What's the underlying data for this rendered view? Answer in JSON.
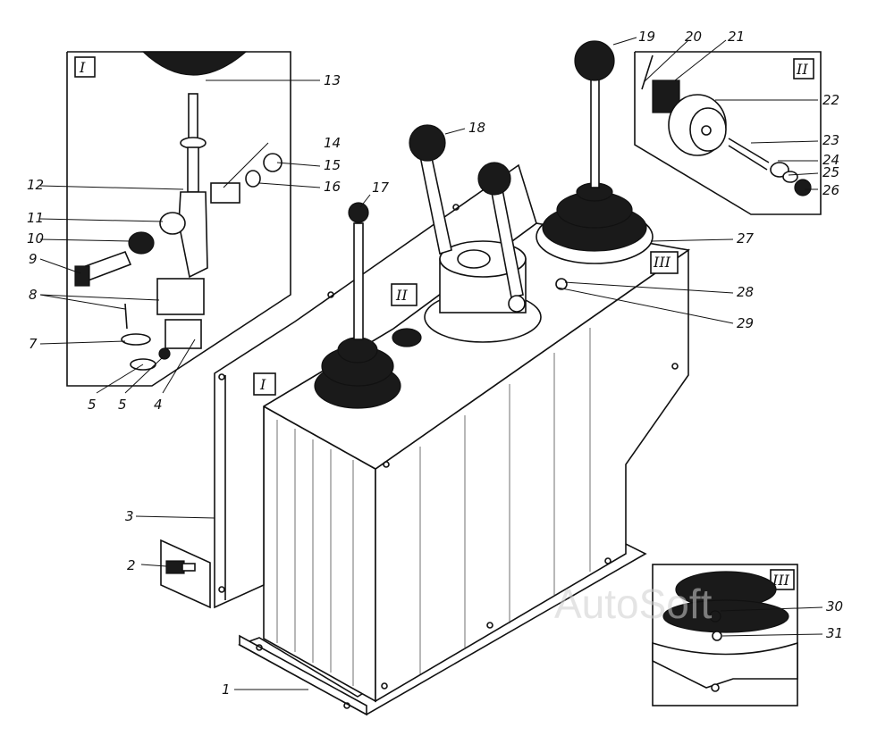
{
  "callouts": {
    "n1": "1",
    "n2": "2",
    "n3": "3",
    "n4": "4",
    "n5a": "5",
    "n5b": "5",
    "n7": "7",
    "n8": "8",
    "n9": "9",
    "n10": "10",
    "n11": "11",
    "n12": "12",
    "n13": "13",
    "n14": "14",
    "n15": "15",
    "n16": "16",
    "n17": "17",
    "n18": "18",
    "n19": "19",
    "n20": "20",
    "n21": "21",
    "n22": "22",
    "n23": "23",
    "n24": "24",
    "n25": "25",
    "n26": "26",
    "n27": "27",
    "n28": "28",
    "n29": "29",
    "n30": "30",
    "n31": "31"
  },
  "views": {
    "inset_I": "I",
    "inset_II": "II",
    "inset_III": "III",
    "marker_I": "I",
    "marker_II": "II",
    "marker_III": "III"
  },
  "watermark": "AutoSoft"
}
